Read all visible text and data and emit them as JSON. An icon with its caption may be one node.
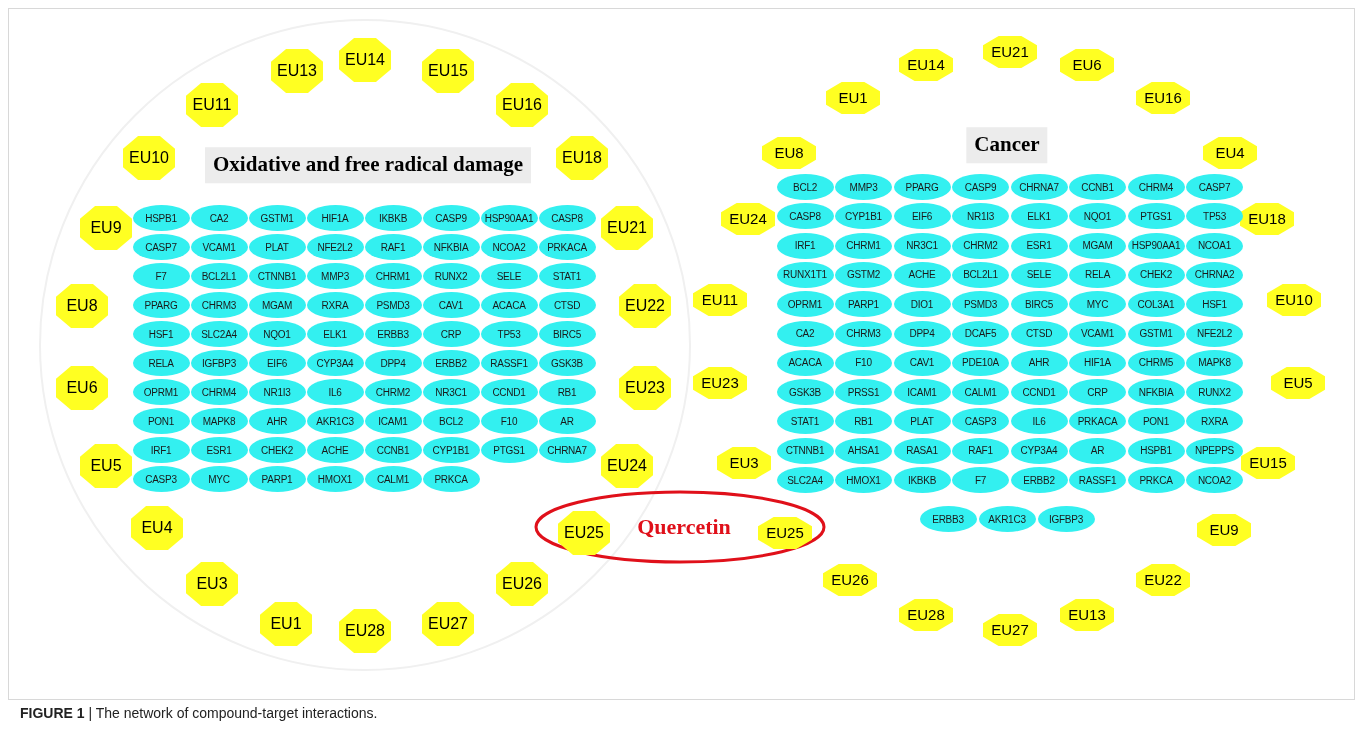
{
  "diagram": {
    "caption": "**FIGURE 1** | The network of compound-target interactions.",
    "nodes": [
      {
        "text": [
          "Oxidative and free radical damage"
        ]
      },
      {
        "text": [
          "EU14"
        ]
      },
      {
        "text": [
          "EU13"
        ]
      },
      {
        "text": [
          "EU15"
        ]
      },
      {
        "text": [
          "EU11"
        ]
      },
      {
        "text": [
          "EU16"
        ]
      },
      {
        "text": [
          "EU10"
        ]
      },
      {
        "text": [
          "EU18"
        ]
      },
      {
        "text": [
          "EU9"
        ]
      },
      {
        "text": [
          "EU21"
        ]
      },
      {
        "text": [
          "EU8"
        ]
      },
      {
        "text": [
          "EU22"
        ]
      },
      {
        "text": [
          "EU6"
        ]
      },
      {
        "text": [
          "EU23"
        ]
      },
      {
        "text": [
          "EU5"
        ]
      },
      {
        "text": [
          "EU24"
        ]
      },
      {
        "text": [
          "EU4"
        ]
      },
      {
        "text": [
          "EU25"
        ],
        "in": 215
      },
      {
        "text": [
          "EU3"
        ]
      },
      {
        "text": [
          "EU26"
        ]
      },
      {
        "text": [
          "EU1"
        ]
      },
      {
        "text": [
          "EU27"
        ]
      },
      {
        "text": [
          "EU28"
        ]
      },
      {
        "text": [
          "HSPB1"
        ]
      },
      {
        "text": [
          "CA2"
        ]
      },
      {
        "text": [
          "GSTM1"
        ]
      },
      {
        "text": [
          "HIF1A"
        ]
      },
      {
        "text": [
          "IKBKB"
        ]
      },
      {
        "text": [
          "CASP9"
        ]
      },
      {
        "text": [
          "HSP90AA1"
        ]
      },
      {
        "text": [
          "CASP8"
        ]
      },
      {
        "text": [
          "CASP7"
        ]
      },
      {
        "text": [
          "VCAM1"
        ]
      },
      {
        "text": [
          "PLAT"
        ]
      },
      {
        "text": [
          "NFE2L2"
        ]
      },
      {
        "text": [
          "RAF1"
        ]
      },
      {
        "text": [
          "NFKBIA"
        ]
      },
      {
        "text": [
          "NCOA2"
        ]
      },
      {
        "text": [
          "PRKACA"
        ]
      },
      {
        "text": [
          "F7"
        ]
      },
      {
        "text": [
          "BCL2L1"
        ]
      },
      {
        "text": [
          "CTNNB1"
        ]
      },
      {
        "text": [
          "MMP3"
        ]
      },
      {
        "text": [
          "CHRM1"
        ]
      },
      {
        "text": [
          "RUNX2"
        ]
      },
      {
        "text": [
          "SELE"
        ]
      },
      {
        "text": [
          "STAT1"
        ]
      },
      {
        "text": [
          "PPARG"
        ]
      },
      {
        "text": [
          "CHRM3"
        ]
      },
      {
        "text": [
          "MGAM"
        ]
      },
      {
        "text": [
          "RXRA"
        ]
      },
      {
        "text": [
          "PSMD3"
        ]
      },
      {
        "text": [
          "CAV1"
        ]
      },
      {
        "text": [
          "ACACA"
        ]
      },
      {
        "text": [
          "CTSD"
        ]
      },
      {
        "text": [
          "HSF1"
        ]
      },
      {
        "text": [
          "SLC2A4"
        ]
      },
      {
        "text": [
          "NQO1"
        ]
      },
      {
        "text": [
          "ELK1"
        ]
      },
      {
        "text": [
          "ERBB3"
        ]
      },
      {
        "text": [
          "CRP"
        ]
      },
      {
        "text": [
          "TP53"
        ]
      },
      {
        "text": [
          "BIRC5"
        ]
      },
      {
        "text": [
          "RELA"
        ]
      },
      {
        "text": [
          "IGFBP3"
        ]
      },
      {
        "text": [
          "EIF6"
        ]
      },
      {
        "text": [
          "CYP3A4"
        ]
      },
      {
        "text": [
          "DPP4"
        ]
      },
      {
        "text": [
          "ERBB2"
        ]
      },
      {
        "text": [
          "RASSF1"
        ]
      },
      {
        "text": [
          "GSK3B"
        ]
      },
      {
        "text": [
          "OPRM1"
        ]
      },
      {
        "text": [
          "CHRM4"
        ]
      },
      {
        "text": [
          "NR1I3"
        ]
      },
      {
        "text": [
          "IL6"
        ]
      },
      {
        "text": [
          "CHRM2"
        ]
      },
      {
        "text": [
          "NR3C1"
        ]
      },
      {
        "text": [
          "CCND1"
        ]
      },
      {
        "text": [
          "RB1"
        ]
      },
      {
        "text": [
          "PON1"
        ]
      },
      {
        "text": [
          "MAPK8"
        ]
      },
      {
        "text": [
          "AHR"
        ]
      },
      {
        "text": [
          "AKR1C3"
        ]
      },
      {
        "text": [
          "ICAM1"
        ]
      },
      {
        "text": [
          "BCL2"
        ]
      },
      {
        "text": [
          "F10"
        ]
      },
      {
        "text": [
          "AR"
        ]
      },
      {
        "text": [
          "IRF1"
        ]
      },
      {
        "text": [
          "ESR1"
        ]
      },
      {
        "text": [
          "CHEK2"
        ]
      },
      {
        "text": [
          "ACHE"
        ]
      },
      {
        "text": [
          "CCNB1"
        ]
      },
      {
        "text": [
          "CYP1B1"
        ]
      },
      {
        "text": [
          "PTGS1"
        ]
      },
      {
        "text": [
          "CHRNA7"
        ]
      },
      {
        "text": [
          "CASP3"
        ]
      },
      {
        "text": [
          "MYC"
        ]
      },
      {
        "text": [
          "PARP1"
        ]
      },
      {
        "text": [
          "HMOX1"
        ]
      },
      {
        "text": [
          "CALM1"
        ]
      },
      {
        "text": [
          "PRKCA"
        ]
      },
      {
        "text": [
          "Cancer"
        ]
      },
      {
        "text": [
          "EU21"
        ]
      },
      {
        "text": [
          "EU14"
        ]
      },
      {
        "text": [
          "EU6"
        ]
      },
      {
        "text": [
          "EU1"
        ]
      },
      {
        "text": [
          "EU16"
        ]
      },
      {
        "text": [
          "EU8"
        ]
      },
      {
        "text": [
          "EU4"
        ]
      },
      {
        "text": [
          "EU24"
        ]
      },
      {
        "text": [
          "EU18"
        ]
      },
      {
        "text": [
          "EU11"
        ]
      },
      {
        "text": [
          "EU10"
        ]
      },
      {
        "text": [
          "EU23"
        ]
      },
      {
        "text": [
          "EU5"
        ]
      },
      {
        "text": [
          "EU3"
        ]
      },
      {
        "text": [
          "EU15"
        ]
      },
      {
        "text": [
          "EU25"
        ],
        "in": 215
      },
      {
        "text": [
          "EU9"
        ]
      },
      {
        "text": [
          "EU26"
        ]
      },
      {
        "text": [
          "EU22"
        ]
      },
      {
        "text": [
          "EU28"
        ]
      },
      {
        "text": [
          "EU13"
        ]
      },
      {
        "text": [
          "EU27"
        ]
      },
      {
        "text": [
          "BCL2"
        ]
      },
      {
        "text": [
          "MMP3"
        ]
      },
      {
        "text": [
          "PPARG"
        ]
      },
      {
        "text": [
          "CASP9"
        ]
      },
      {
        "text": [
          "CHRNA7"
        ]
      },
      {
        "text": [
          "CCNB1"
        ]
      },
      {
        "text": [
          "CHRM4"
        ]
      },
      {
        "text": [
          "CASP7"
        ]
      },
      {
        "text": [
          "CASP8"
        ]
      },
      {
        "text": [
          "CYP1B1"
        ]
      },
      {
        "text": [
          "EIF6"
        ]
      },
      {
        "text": [
          "NR1I3"
        ]
      },
      {
        "text": [
          "ELK1"
        ]
      },
      {
        "text": [
          "NQO1"
        ]
      },
      {
        "text": [
          "PTGS1"
        ]
      },
      {
        "text": [
          "TP53"
        ]
      },
      {
        "text": [
          "IRF1"
        ]
      },
      {
        "text": [
          "CHRM1"
        ]
      },
      {
        "text": [
          "NR3C1"
        ]
      },
      {
        "text": [
          "CHRM2"
        ]
      },
      {
        "text": [
          "ESR1"
        ]
      },
      {
        "text": [
          "MGAM"
        ]
      },
      {
        "text": [
          "HSP90AA1"
        ]
      },
      {
        "text": [
          "NCOA1"
        ]
      },
      {
        "text": [
          "RUNX1T1"
        ]
      },
      {
        "text": [
          "GSTM2"
        ]
      },
      {
        "text": [
          "ACHE"
        ]
      },
      {
        "text": [
          "BCL2L1"
        ]
      },
      {
        "text": [
          "SELE"
        ]
      },
      {
        "text": [
          "RELA"
        ]
      },
      {
        "text": [
          "CHEK2"
        ]
      },
      {
        "text": [
          "CHRNA2"
        ]
      },
      {
        "text": [
          "OPRM1"
        ]
      },
      {
        "text": [
          "PARP1"
        ]
      },
      {
        "text": [
          "DIO1"
        ]
      },
      {
        "text": [
          "PSMD3"
        ]
      },
      {
        "text": [
          "BIRC5"
        ]
      },
      {
        "text": [
          "MYC"
        ]
      },
      {
        "text": [
          "COL3A1"
        ]
      },
      {
        "text": [
          "HSF1"
        ]
      },
      {
        "text": [
          "CA2"
        ]
      },
      {
        "text": [
          "CHRM3"
        ]
      },
      {
        "text": [
          "DPP4"
        ]
      },
      {
        "text": [
          "DCAF5"
        ]
      },
      {
        "text": [
          "CTSD"
        ]
      },
      {
        "text": [
          "VCAM1"
        ]
      },
      {
        "text": [
          "GSTM1"
        ]
      },
      {
        "text": [
          "NFE2L2"
        ]
      },
      {
        "text": [
          "ACACA"
        ]
      },
      {
        "text": [
          "F10"
        ]
      },
      {
        "text": [
          "CAV1"
        ]
      },
      {
        "text": [
          "PDE10A"
        ]
      },
      {
        "text": [
          "AHR"
        ]
      },
      {
        "text": [
          "HIF1A"
        ]
      },
      {
        "text": [
          "CHRM5"
        ]
      },
      {
        "text": [
          "MAPK8"
        ]
      },
      {
        "text": [
          "GSK3B"
        ]
      },
      {
        "text": [
          "PRSS1"
        ]
      },
      {
        "text": [
          "ICAM1"
        ]
      },
      {
        "text": [
          "CALM1"
        ]
      },
      {
        "text": [
          "CCND1"
        ]
      },
      {
        "text": [
          "CRP"
        ]
      },
      {
        "text": [
          "NFKBIA"
        ]
      },
      {
        "text": [
          "RUNX2"
        ]
      },
      {
        "text": [
          "STAT1"
        ]
      },
      {
        "text": [
          "RB1"
        ]
      },
      {
        "text": [
          "PLAT"
        ]
      },
      {
        "text": [
          "CASP3"
        ]
      },
      {
        "text": [
          "IL6"
        ]
      },
      {
        "text": [
          "PRKACA"
        ]
      },
      {
        "text": [
          "PON1"
        ]
      },
      {
        "text": [
          "RXRA"
        ]
      },
      {
        "text": [
          "CTNNB1"
        ]
      },
      {
        "text": [
          "AHSA1"
        ]
      },
      {
        "text": [
          "RASA1"
        ]
      },
      {
        "text": [
          "RAF1"
        ]
      },
      {
        "text": [
          "CYP3A4"
        ]
      },
      {
        "text": [
          "AR"
        ]
      },
      {
        "text": [
          "HSPB1"
        ]
      },
      {
        "text": [
          "NPEPPS"
        ]
      },
      {
        "text": [
          "SLC2A4"
        ]
      },
      {
        "text": [
          "HMOX1"
        ]
      },
      {
        "text": [
          "IKBKB"
        ]
      },
      {
        "text": [
          "F7"
        ]
      },
      {
        "text": [
          "ERBB2"
        ]
      },
      {
        "text": [
          "RASSF1"
        ]
      },
      {
        "text": [
          "PRKCA"
        ]
      },
      {
        "text": [
          "NCOA2"
        ]
      },
      {
        "text": [
          "ERBB3"
        ]
      },
      {
        "text": [
          "AKR1C3"
        ]
      },
      {
        "text": [
          "IGFBP3"
        ]
      },
      {
        "text": [
          "Quercetin"
        ]
      }
    ]
  }
}
